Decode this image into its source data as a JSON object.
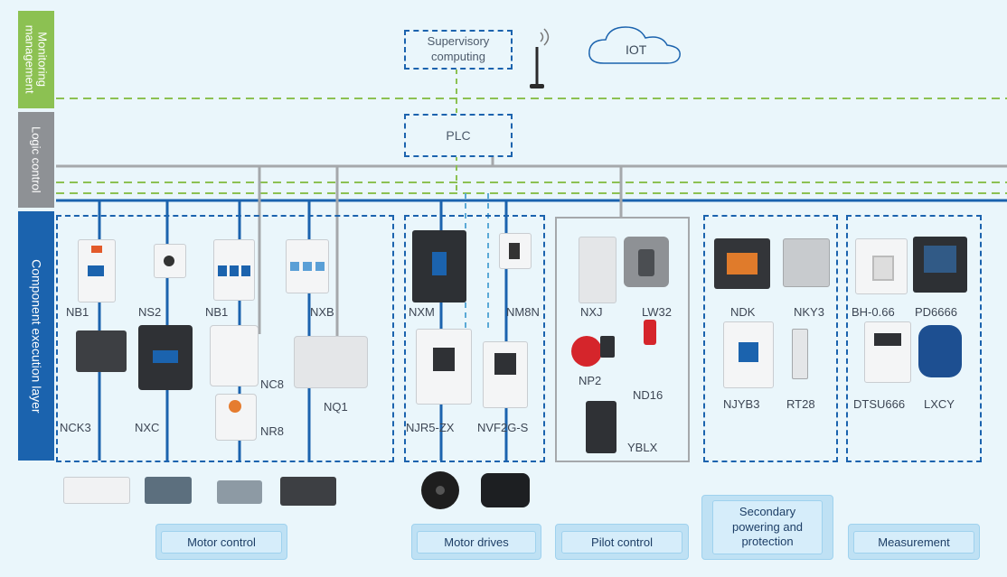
{
  "layers": {
    "monitoring": "Monitoring management",
    "logic": "Logic control",
    "execution": "Component execution layer"
  },
  "top": {
    "supervisory": "Supervisory computing",
    "iot": "IOT",
    "plc": "PLC"
  },
  "devices": {
    "nb1_a": "NB1",
    "ns2": "NS2",
    "nb1_b": "NB1",
    "nxb": "NXB",
    "nck3": "NCK3",
    "nxc": "NXC",
    "nc8": "NC8",
    "nr8": "NR8",
    "nq1": "NQ1",
    "nxm": "NXM",
    "nm8n": "NM8N",
    "njr5": "NJR5-ZX",
    "nvf2g": "NVF2G-S",
    "nxj": "NXJ",
    "lw32": "LW32",
    "np2": "NP2",
    "nd16": "ND16",
    "yblx": "YBLX",
    "ndk": "NDK",
    "nky3": "NKY3",
    "njyb3": "NJYB3",
    "rt28": "RT28",
    "bh066": "BH-0.66",
    "pd6666": "PD6666",
    "dtsu666": "DTSU666",
    "lxcy": "LXCY"
  },
  "categories": {
    "motor_control": "Motor control",
    "motor_drives": "Motor drives",
    "pilot_control": "Pilot control",
    "secondary": "Secondary powering and protection",
    "measurement": "Measurement"
  },
  "colors": {
    "monitoring_band": "#8cc152",
    "logic_band": "#8e9195",
    "execution_band": "#1b63ae",
    "bus_gray": "#a5a8ab",
    "bus_blue": "#1b63ae",
    "dash_green": "#8cc152"
  }
}
